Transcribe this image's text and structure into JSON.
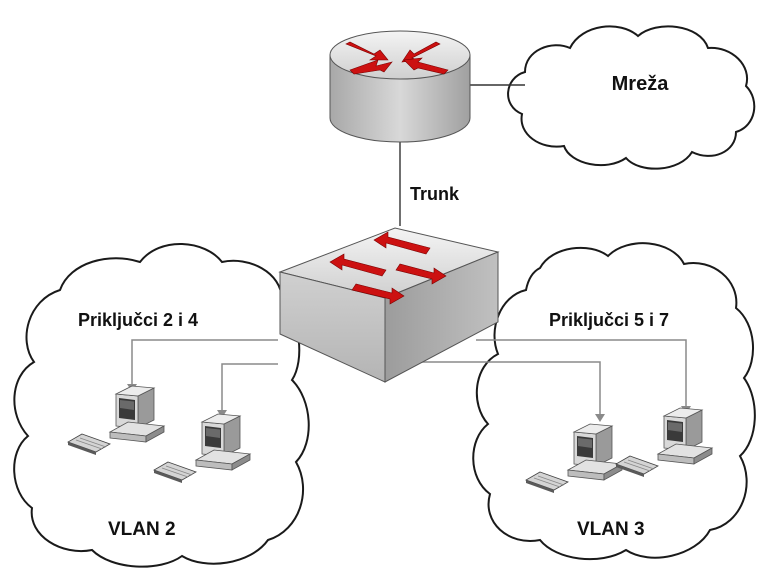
{
  "labels": {
    "cloud": "Mreža",
    "link": "Trunk",
    "left_ports": "Priključci 2 i 4",
    "right_ports": "Priključci 5 i 7",
    "left_vlan": "VLAN 2",
    "right_vlan": "VLAN 3"
  },
  "colors": {
    "arrow": "#cc1111",
    "line": "#8a8a8a",
    "cloud_fill": "#ffffff",
    "cloud_stroke": "#1a1a1a",
    "device_light": "#e6e6e6",
    "device_mid": "#c4c4c4",
    "device_dark": "#8f8f8f"
  },
  "icons": {
    "router": "router-icon",
    "switch": "switch-icon",
    "cloud": "cloud-icon",
    "computer": "computer-icon"
  }
}
